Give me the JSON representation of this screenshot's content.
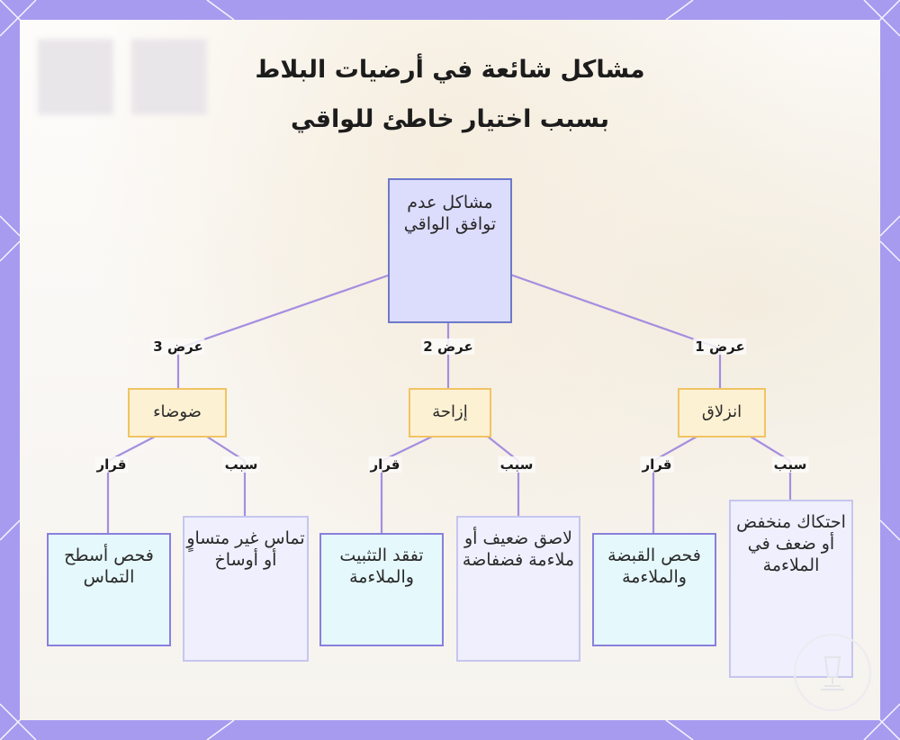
{
  "title": {
    "line1": "مشاكل شائعة في أرضيات البلاط",
    "line2": "بسبب اختيار خاطئ للواقي"
  },
  "root": "مشاكل عدم توافق الواقي",
  "branches": [
    {
      "edge_label": "عرض 1",
      "symptom": "انزلاق",
      "cause_label": "سبب",
      "cause": "احتكاك منخفض أو ضعف في الملاءمة",
      "decision_label": "قرار",
      "decision": "فحص القبضة والملاءمة"
    },
    {
      "edge_label": "عرض 2",
      "symptom": "إزاحة",
      "cause_label": "سبب",
      "cause": "لاصق ضعيف أو ملاءمة فضفاضة",
      "decision_label": "قرار",
      "decision": "تفقد التثبيت والملاءمة"
    },
    {
      "edge_label": "عرض 3",
      "symptom": "ضوضاء",
      "cause_label": "سبب",
      "cause": "تماس غير متساوٍ أو أوساخ",
      "decision_label": "قرار",
      "decision": "فحص أسطح التماس"
    }
  ],
  "colors": {
    "frame": "#a79bf0",
    "connector": "#a58ee0",
    "root_fill": "#dcdcfd",
    "root_border": "#6c79c9",
    "symptom_fill": "#fdf1d3",
    "symptom_border": "#f0c464",
    "decision_fill": "#e5f8fc",
    "cause_fill": "#efeffd"
  },
  "icons": [
    "award-badge-icon"
  ]
}
